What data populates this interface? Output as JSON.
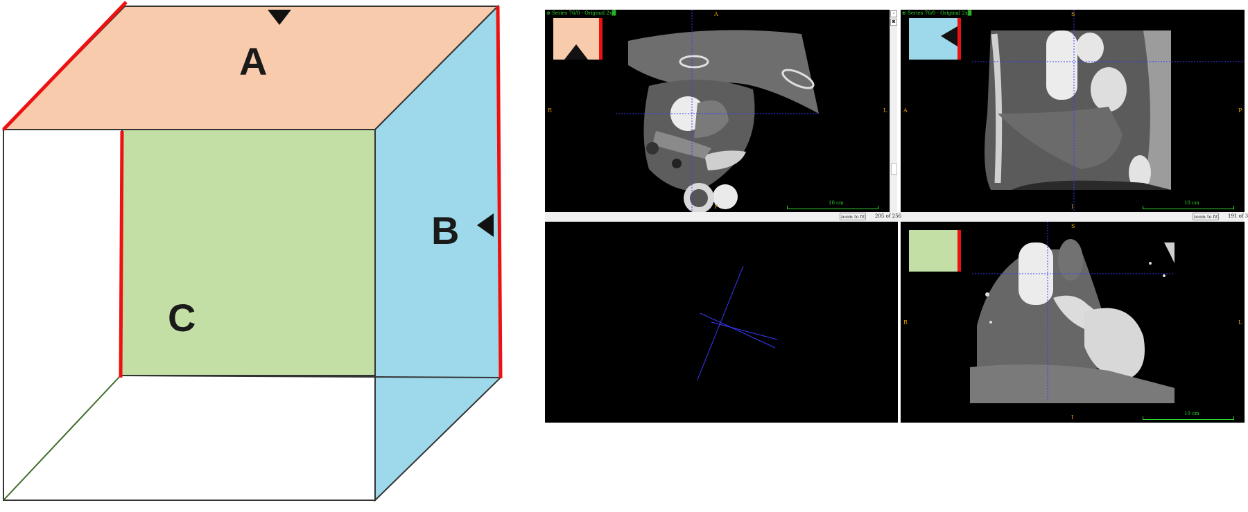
{
  "cube": {
    "labels": {
      "a": "A",
      "b": "B",
      "c": "C"
    },
    "colors": {
      "a": "#f8cbad",
      "b": "#9dd9ea",
      "c": "#c4dfa6",
      "edge": "#ee1111",
      "outline": "#333333"
    }
  },
  "viewer": {
    "panes": {
      "axial": {
        "caption": "⊕ Series 76/0 - Original 2x▓",
        "orient": {
          "top": "A",
          "bottom": "P",
          "left": "R",
          "right": "L"
        },
        "scale": "10 cm",
        "zoom_button": "zoom to fit",
        "slice": "205 of 256"
      },
      "sagittal": {
        "caption": "⊕ Series 76/0 - Original 2x▓",
        "orient": {
          "top": "S",
          "bottom": "I",
          "left": "A",
          "right": "P"
        },
        "scale": "10 cm",
        "zoom_button": "zoom to fit",
        "slice": "191 of 3"
      },
      "plane3d": {},
      "coronal": {
        "caption": "",
        "orient": {
          "top": "S",
          "bottom": "I",
          "left": "R",
          "right": "L"
        },
        "scale": "10 cm"
      }
    },
    "thumb_colors": {
      "axial": "#f8cbad",
      "sagittal": "#9dd9ea",
      "coronal": "#c4dfa6",
      "red_bar": "#ee1111"
    },
    "crosshair_color": "#3a3aff",
    "toolbar_icons": [
      "window-icon",
      "camera-icon"
    ]
  }
}
